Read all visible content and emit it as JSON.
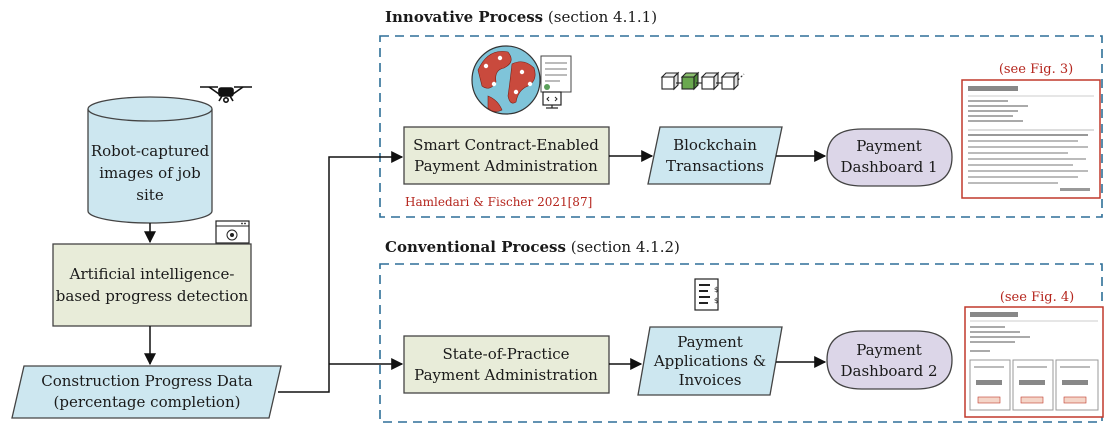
{
  "innovative": {
    "title": "Innovative Process",
    "section": "(section 4.1.1)",
    "smart_contract": [
      "Smart Contract-Enabled",
      "Payment Administration"
    ],
    "citation": "Hamledari & Fischer 2021[87]",
    "blockchain": [
      "Blockchain",
      "Transactions"
    ],
    "dashboard": [
      "Payment",
      "Dashboard 1"
    ],
    "fig_ref": "(see Fig. 3)"
  },
  "conventional": {
    "title": "Conventional Process",
    "section": "(section 4.1.2)",
    "state_practice": [
      "State-of-Practice",
      "Payment Administration"
    ],
    "applications": [
      "Payment",
      "Applications &",
      "Invoices"
    ],
    "dashboard": [
      "Payment",
      "Dashboard 2"
    ],
    "fig_ref": "(see Fig. 4)"
  },
  "left": {
    "database": [
      "Robot-captured",
      "images of job",
      "site"
    ],
    "ai": [
      "Artificial intelligence-",
      "based progress detection"
    ],
    "data": [
      "Construction Progress Data",
      "(percentage completion)"
    ]
  },
  "colors": {
    "green_fill": "#e8ecd9",
    "blue_fill": "#cde7f0",
    "purple_fill": "#dcd6e8",
    "dash_border": "#2e6f98",
    "red_text": "#b5261e"
  },
  "icons": [
    "drone-icon",
    "ai-window-icon",
    "globe-network-icon",
    "document-icon",
    "monitor-icon",
    "blockchain-icon",
    "invoice-icon",
    "dashboard-screenshot-1",
    "dashboard-screenshot-2"
  ]
}
